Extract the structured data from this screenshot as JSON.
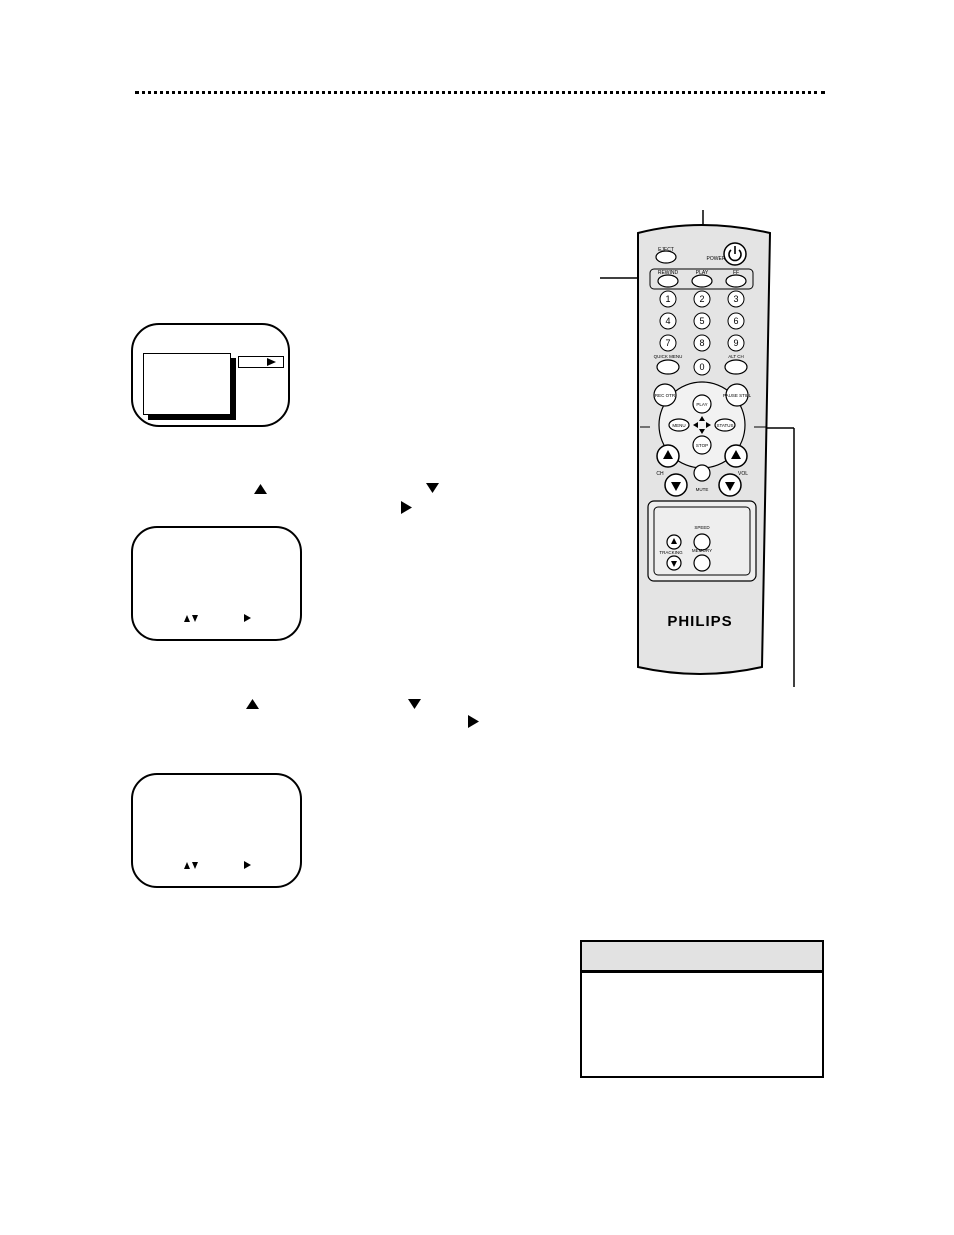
{
  "remote": {
    "brand": "PHILIPS",
    "top_labels": [
      "EJECT",
      "POWER"
    ],
    "mode_labels": [
      "REWIND",
      "PLAY",
      "FF"
    ],
    "keypad": [
      "1",
      "2",
      "3",
      "4",
      "5",
      "6",
      "7",
      "8",
      "9",
      "0"
    ],
    "side_labels": [
      "QUICK MENU",
      "ALT CH"
    ],
    "middle_labels": [
      "REC OTR",
      "PAUSE STILL",
      "PLAY",
      "STOP",
      "MENU",
      "STATUS"
    ],
    "ch_vol_labels": [
      "CH",
      "VOL",
      "MUTE"
    ],
    "lower_labels": [
      "SPEED",
      "TRACKING",
      "MEMORY"
    ]
  },
  "colors": {
    "ink": "#000000",
    "paper": "#ffffff",
    "note_header": "#e2e2e2"
  },
  "icons": {
    "up": "arrow-up-icon",
    "down": "arrow-down-icon",
    "right": "arrow-right-icon"
  }
}
